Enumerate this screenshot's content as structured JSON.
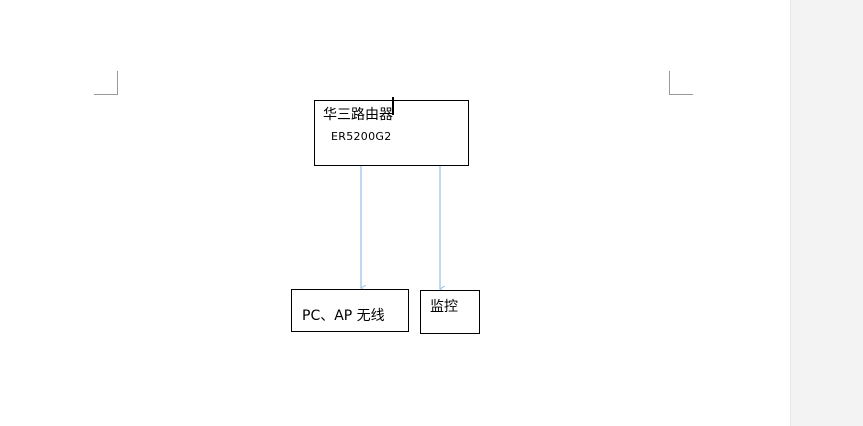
{
  "diagram": {
    "router": {
      "name": "华三路由器",
      "model": "ER5200G2"
    },
    "pc_ap": {
      "label": "PC、AP 无线"
    },
    "monitor": {
      "label": "监控"
    },
    "edges": [
      {
        "from": "router",
        "to": "pc_ap"
      },
      {
        "from": "router",
        "to": "monitor"
      }
    ],
    "colors": {
      "arrow": "#9dc3e6",
      "box_border": "#000000",
      "page": "#ffffff",
      "side_panel": "#f3f3f3"
    }
  }
}
